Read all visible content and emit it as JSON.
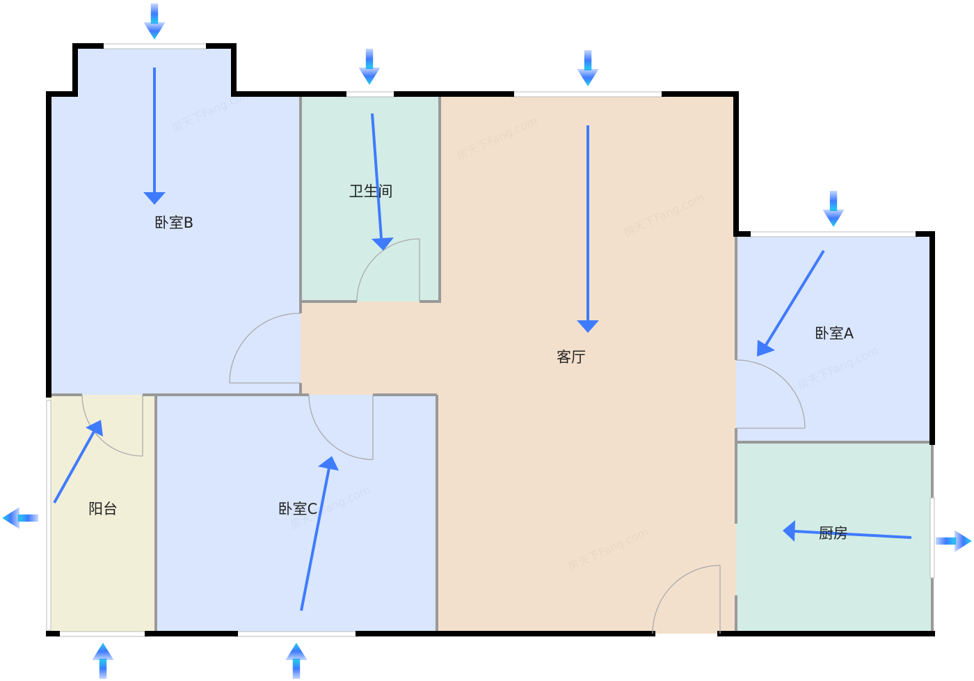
{
  "plan": {
    "rooms": {
      "bedroom_b": "卧室B",
      "bathroom": "卫生间",
      "living_room": "客厅",
      "bedroom_a": "卧室A",
      "balcony": "阳台",
      "bedroom_c": "卧室C",
      "kitchen": "厨房"
    },
    "watermark": "房天下Fang.com"
  },
  "colors": {
    "bedroom": "#d9e6fd",
    "wet_room": "#d3ede6",
    "living": "#f3e0cc",
    "balcony": "#f2efd8",
    "arrow": "#3f7bff",
    "arrow_light": "#22d3f0"
  }
}
